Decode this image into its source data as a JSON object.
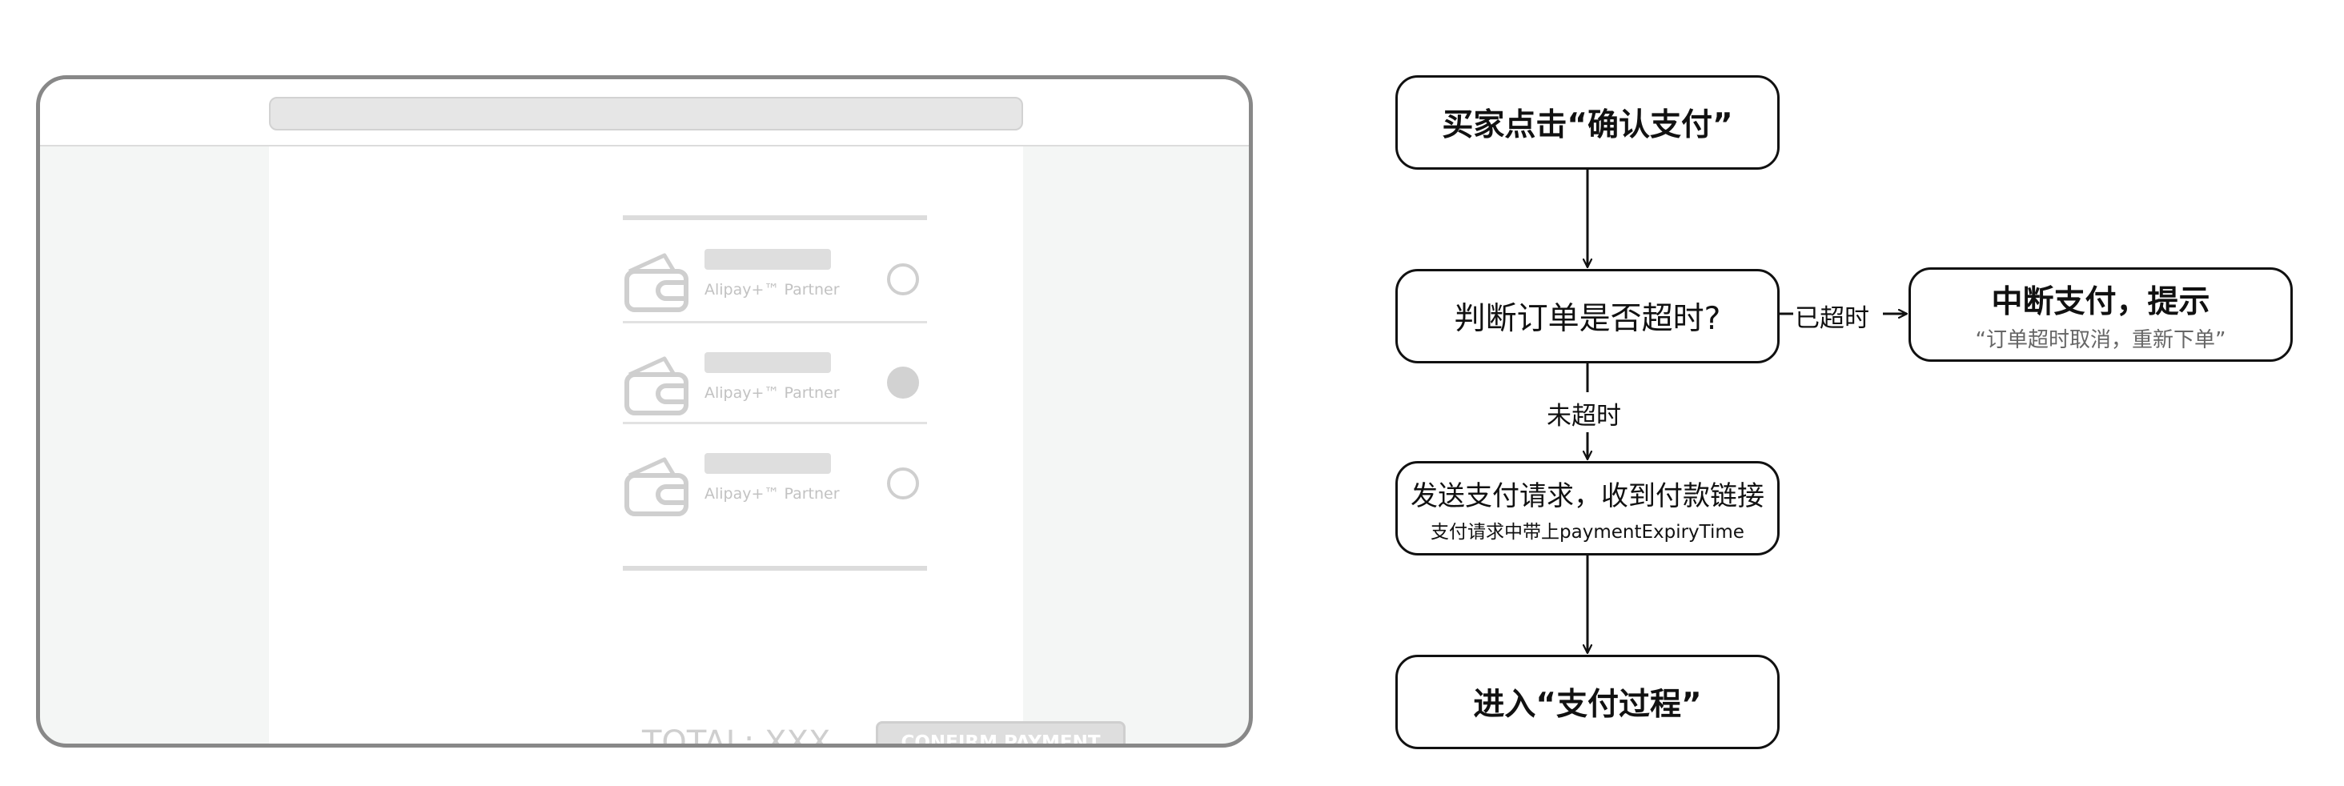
{
  "payment_page": {
    "methods": [
      {
        "partner_label": "Alipay+™ Partner",
        "selected": false
      },
      {
        "partner_label": "Alipay+™ Partner",
        "selected": true
      },
      {
        "partner_label": "Alipay+™ Partner",
        "selected": false
      }
    ],
    "total_label": "TOTAL: XXX",
    "confirm_label": "CONFIRM PAYMENT"
  },
  "flowchart": {
    "nodes": {
      "start": {
        "title": "买家点击“确认支付”"
      },
      "check": {
        "title": "判断订单是否超时?"
      },
      "abort": {
        "title": "中断支付，提示",
        "subtitle": "“订单超时取消，重新下单”"
      },
      "request": {
        "title": "发送支付请求，收到付款链接",
        "subtitle": "支付请求中带上paymentExpiryTime"
      },
      "enter": {
        "title": "进入“支付过程”"
      }
    },
    "edges": {
      "timed_out": "已超时",
      "not_timed_out": "未超时"
    }
  },
  "colors": {
    "wireframe_border": "#888888",
    "wireframe_fill": "#dedede",
    "flow_stroke": "#111111"
  }
}
